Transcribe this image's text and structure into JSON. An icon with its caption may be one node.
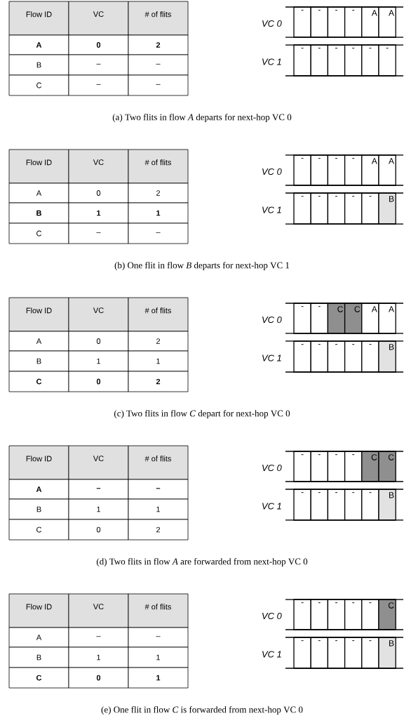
{
  "diagram": {
    "labels": [
      "Flow ID",
      "VC",
      "# of flits",
      "A",
      "0",
      "2",
      "B",
      "–",
      "–",
      "C",
      "–",
      "–",
      "VC 0",
      "-",
      "-",
      "-",
      "-",
      "A",
      "A",
      "VC 1",
      "-",
      "-",
      "-",
      "-",
      "-",
      "-",
      "(a) Two flits in flow *A* departs for next-hop VC 0",
      "Flow ID",
      "VC",
      "# of flits",
      "A",
      "0",
      "2",
      "B",
      "1",
      "1",
      "C",
      "–",
      "–",
      "VC 0",
      "-",
      "-",
      "-",
      "-",
      "A",
      "A",
      "VC 1",
      "-",
      "-",
      "-",
      "-",
      "-",
      "B",
      "(b) One flit in flow *B* departs for next-hop VC 1",
      "Flow ID",
      "VC",
      "# of flits",
      "A",
      "0",
      "2",
      "B",
      "1",
      "1",
      "C",
      "0",
      "2",
      "VC 0",
      "-",
      "-",
      "C",
      "C",
      "A",
      "A",
      "VC 1",
      "-",
      "-",
      "-",
      "-",
      "-",
      "B",
      "(c) Two flits in flow *C* depart for next-hop VC 0",
      "Flow ID",
      "VC",
      "# of flits",
      "A",
      "–",
      "–",
      "B",
      "1",
      "1",
      "C",
      "0",
      "2",
      "VC 0",
      "-",
      "-",
      "-",
      "-",
      "C",
      "C",
      "VC 1",
      "-",
      "-",
      "-",
      "-",
      "-",
      "B",
      "(d) Two flits in flow *A* are forwarded from next-hop VC 0",
      "Flow ID",
      "VC",
      "# of flits",
      "A",
      "–",
      "–",
      "B",
      "1",
      "1",
      "C",
      "0",
      "1",
      "VC 0",
      "-",
      "-",
      "-",
      "-",
      "-",
      "C",
      "VC 1",
      "-",
      "-",
      "-",
      "-",
      "-",
      "B",
      "(e) One flit in flow *C* is forwarded from next-hop VC 0"
    ]
  }
}
